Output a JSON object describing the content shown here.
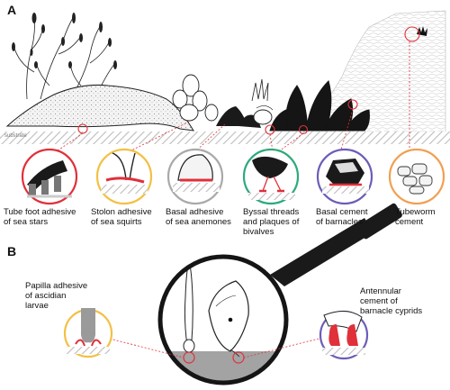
{
  "panels": {
    "a": "A",
    "b": "B"
  },
  "substrate_label": "substrate",
  "panel_a": {
    "labels": [
      {
        "text": "Tube foot adhesive\nof sea stars",
        "color": "#e0303a"
      },
      {
        "text": "Stolon adhesive\nof sea squirts",
        "color": "#f2c044"
      },
      {
        "text": "Basal adhesive\nof sea anemones",
        "color": "#a9a9a9"
      },
      {
        "text": "Byssal threads\nand plaques of\nbivalves",
        "color": "#2daa7a"
      },
      {
        "text": "Basal cement\nof barnacles",
        "color": "#6b5db8"
      },
      {
        "text": "Tubeworm\ncement",
        "color": "#f0a052"
      }
    ]
  },
  "panel_b": {
    "left_label": "Papilla adhesive\nof ascidian\nlarvae",
    "right_label": "Antennular\ncement of\nbarnacle cyprids",
    "left_color": "#f2c044",
    "right_color": "#6b5db8"
  },
  "colors": {
    "callout_line": "#e0303a",
    "ink": "#111111",
    "hatch": "#c8c8c8",
    "barnacle_glue": "#e0303a"
  }
}
